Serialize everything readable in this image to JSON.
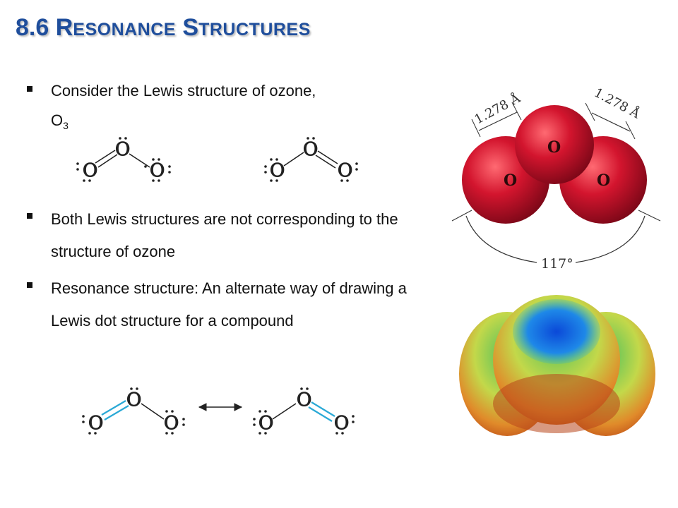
{
  "title": {
    "number": "8.6",
    "words": [
      {
        "initial": "R",
        "rest": "ESONANCE"
      },
      {
        "initial": "S",
        "rest": "TRUCTURES"
      }
    ]
  },
  "bullets": [
    {
      "text": "Consider the Lewis structure of ozone,",
      "formula_base": "O",
      "formula_sub": "3"
    },
    {
      "text": "Both Lewis structures are not corresponding to the structure of ozone"
    },
    {
      "text": "Resonance structure: An alternate way of drawing a Lewis dot structure for a compound"
    }
  ],
  "atom_label": "O",
  "molecule_model": {
    "bond_length_left": "1.278 Å",
    "bond_length_right": "1.278 Å",
    "bond_angle": "117°"
  },
  "colors": {
    "title": "#1f4e9c",
    "oxygen_red": "#c8102e",
    "resonance_double_bond": "#2aa9d6"
  }
}
